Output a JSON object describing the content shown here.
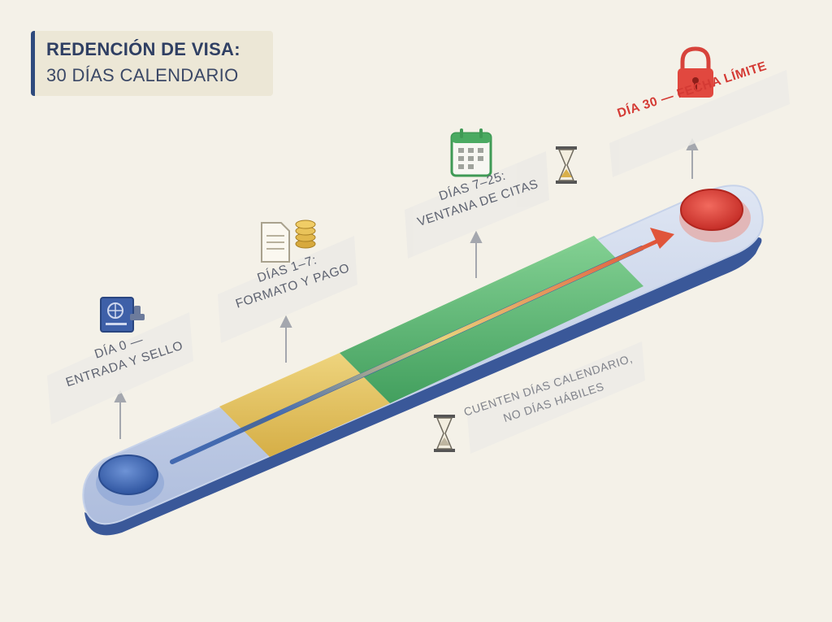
{
  "title": {
    "line1": "REDENCIÓN DE VISA:",
    "line2": "30 DÍAS CALENDARIO"
  },
  "milestones": [
    {
      "line1": "DÍA 0 —",
      "line2": "ENTRADA Y SELLO",
      "icon": "passport-stamp-icon"
    },
    {
      "line1": "DÍAS 1–7:",
      "line2": "FORMATO Y PAGO",
      "icon": "document-coins-icon"
    },
    {
      "line1": "DÍAS 7–25:",
      "line2": "VENTANA DE CITAS",
      "icon": "calendar-icon"
    },
    {
      "line1": "DÍA 30 — FECHA LÍMITE",
      "line2": "",
      "icon": "lock-icon"
    }
  ],
  "note": {
    "line1": "CUENTEN DÍAS CALENDARIO,",
    "line2": "NO DÍAS HÁBILES",
    "icon": "hourglass-icon"
  },
  "colors": {
    "start": "#3d66b3",
    "prep_phase": "#e6c25a",
    "appointment_window": "#4db36b",
    "deadline": "#d9403a",
    "track": "#b9c7e6",
    "track_edge": "#3c5a9c"
  }
}
